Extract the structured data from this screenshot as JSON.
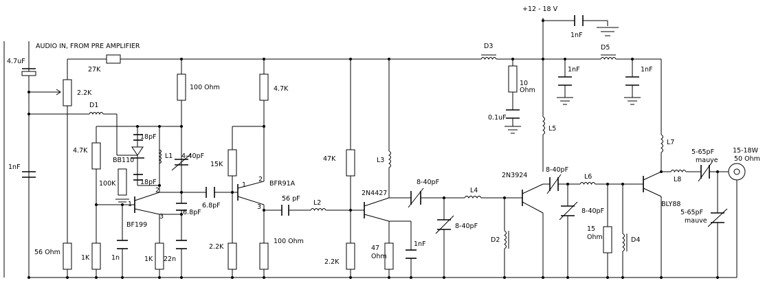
{
  "labels": {
    "supply": "+12 - 18 V",
    "audio_in": "AUDIO IN, FROM PRE AMPLIFIER",
    "c_in": "4.7uF",
    "r27k": "27K",
    "pot": "2.2K",
    "d1": "D1",
    "c_1nf_left": "1nF",
    "r56": "56 Ohm",
    "r4k7_a": "4.7K",
    "r100k": "100K",
    "bb110": "BB110",
    "c18pf_a": "18pF",
    "c18pf_b": "18pF",
    "l1": "L1",
    "ct1": "4-40pF",
    "r100_top": "100 Ohm",
    "c6p8_a": "6.8pF",
    "c6p8_b": "6.8pF",
    "bf199": "BF199",
    "r1k_a": "1K",
    "c1n": "1n",
    "r1k_b": "1K",
    "c22n": "22n",
    "r4k7_b": "4.7K",
    "r15k": "15K",
    "bfr91a": "BFR91A",
    "r2k2_a": "2.2K",
    "r100_b": "100 Ohm",
    "c56pf": "56 pF",
    "l2": "L2",
    "r47k": "47K",
    "r2k2_b": "2.2K",
    "l3": "L3",
    "n2n4427": "2N4427",
    "r47": "47",
    "r47_ohm": "Ohm",
    "c1nf_mid": "1nF",
    "ct2": "8-40pF",
    "ct3": "8-40pF",
    "l4": "L4",
    "d2": "D2",
    "d3": "D3",
    "r10": "10",
    "r10_ohm": "Ohm",
    "c01uf": "0.1uF",
    "c1nf_top": "1nF",
    "c1nf_a": "1nF",
    "d5": "D5",
    "c1nf_b": "1nF",
    "l5": "L5",
    "n2n3924": "2N3924",
    "ct4": "8-40pF",
    "l6": "L6",
    "ct5": "8-40pF",
    "r15": "15",
    "r15_ohm": "Ohm",
    "d4": "D4",
    "l7": "L7",
    "bly88": "BLY88",
    "l8": "L8",
    "ct6": "5-65pF",
    "ct6_note": "mauve",
    "ct7": "5-65pF",
    "ct7_note": "mauve",
    "out_power": "15-18W",
    "out_imp": "50 Ohm",
    "pin1a": "1",
    "pin2a": "2",
    "pin3a": "3",
    "pin1b": "1",
    "pin2b": "2",
    "pin3b": "3"
  }
}
